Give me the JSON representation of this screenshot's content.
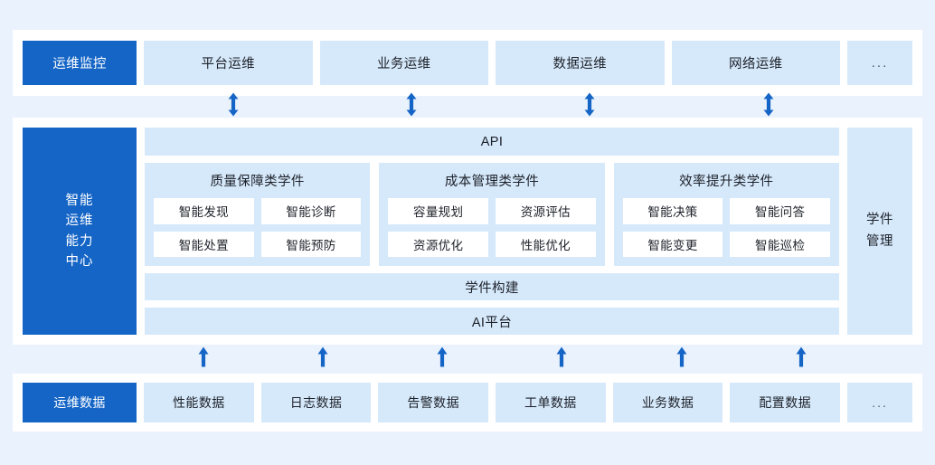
{
  "colors": {
    "page_background": "#eaf2fd",
    "card_background": "#ffffff",
    "accent_blue": "#1565c6",
    "chip_blue": "#d6e9fb",
    "text_dark": "#1d2129",
    "arrow_blue": "#1565c6"
  },
  "top_row": {
    "accent_label": "运维监控",
    "items": [
      {
        "label": "平台运维"
      },
      {
        "label": "业务运维"
      },
      {
        "label": "数据运维"
      },
      {
        "label": "网络运维"
      }
    ],
    "ellipsis": "..."
  },
  "arrows_top": {
    "type": "double-headed-vertical",
    "count": 4
  },
  "middle": {
    "side_panel_lines": [
      "智能",
      "运维",
      "能力",
      "中心"
    ],
    "api_bar": "API",
    "groups": [
      {
        "title": "质量保障类学件",
        "tiles": [
          "智能发现",
          "智能诊断",
          "智能处置",
          "智能预防"
        ]
      },
      {
        "title": "成本管理类学件",
        "tiles": [
          "容量规划",
          "资源评估",
          "资源优化",
          "性能优化"
        ]
      },
      {
        "title": "效率提升类学件",
        "tiles": [
          "智能决策",
          "智能问答",
          "智能变更",
          "智能巡检"
        ]
      }
    ],
    "build_bar": "学件构建",
    "platform_bar": "AI平台",
    "right_panel_lines": [
      "学件",
      "管理"
    ]
  },
  "arrows_bottom": {
    "type": "single-up",
    "count": 6
  },
  "bottom_row": {
    "accent_label": "运维数据",
    "items": [
      {
        "label": "性能数据"
      },
      {
        "label": "日志数据"
      },
      {
        "label": "告警数据"
      },
      {
        "label": "工单数据"
      },
      {
        "label": "业务数据"
      },
      {
        "label": "配置数据"
      }
    ],
    "ellipsis": "..."
  }
}
